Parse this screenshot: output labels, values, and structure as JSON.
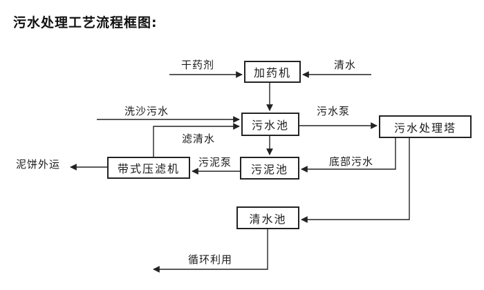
{
  "title": "污水处理工艺流程框图:",
  "diagram": {
    "line_color": "#222222",
    "nodes": [
      {
        "id": "dosing-machine",
        "label": "加药机"
      },
      {
        "id": "sewage-pool",
        "label": "污水池"
      },
      {
        "id": "treatment-tower",
        "label": "污水处理塔"
      },
      {
        "id": "belt-filter-press",
        "label": "带式压滤机"
      },
      {
        "id": "sludge-pool",
        "label": "污泥池"
      },
      {
        "id": "clean-water-pool",
        "label": "清水池"
      }
    ],
    "flow_labels": [
      {
        "id": "dry-chemical",
        "label": "干药剂"
      },
      {
        "id": "clean-water",
        "label": "清水"
      },
      {
        "id": "sand-washing-sewage",
        "label": "洗沙污水"
      },
      {
        "id": "sewage-pump",
        "label": "污水泵"
      },
      {
        "id": "filtered-water",
        "label": "滤清水"
      },
      {
        "id": "sludge-pump",
        "label": "污泥泵"
      },
      {
        "id": "bottom-sewage",
        "label": "底部污水"
      },
      {
        "id": "mud-cake-transport",
        "label": "泥饼外运"
      },
      {
        "id": "recycle-use",
        "label": "循环利用"
      }
    ]
  }
}
